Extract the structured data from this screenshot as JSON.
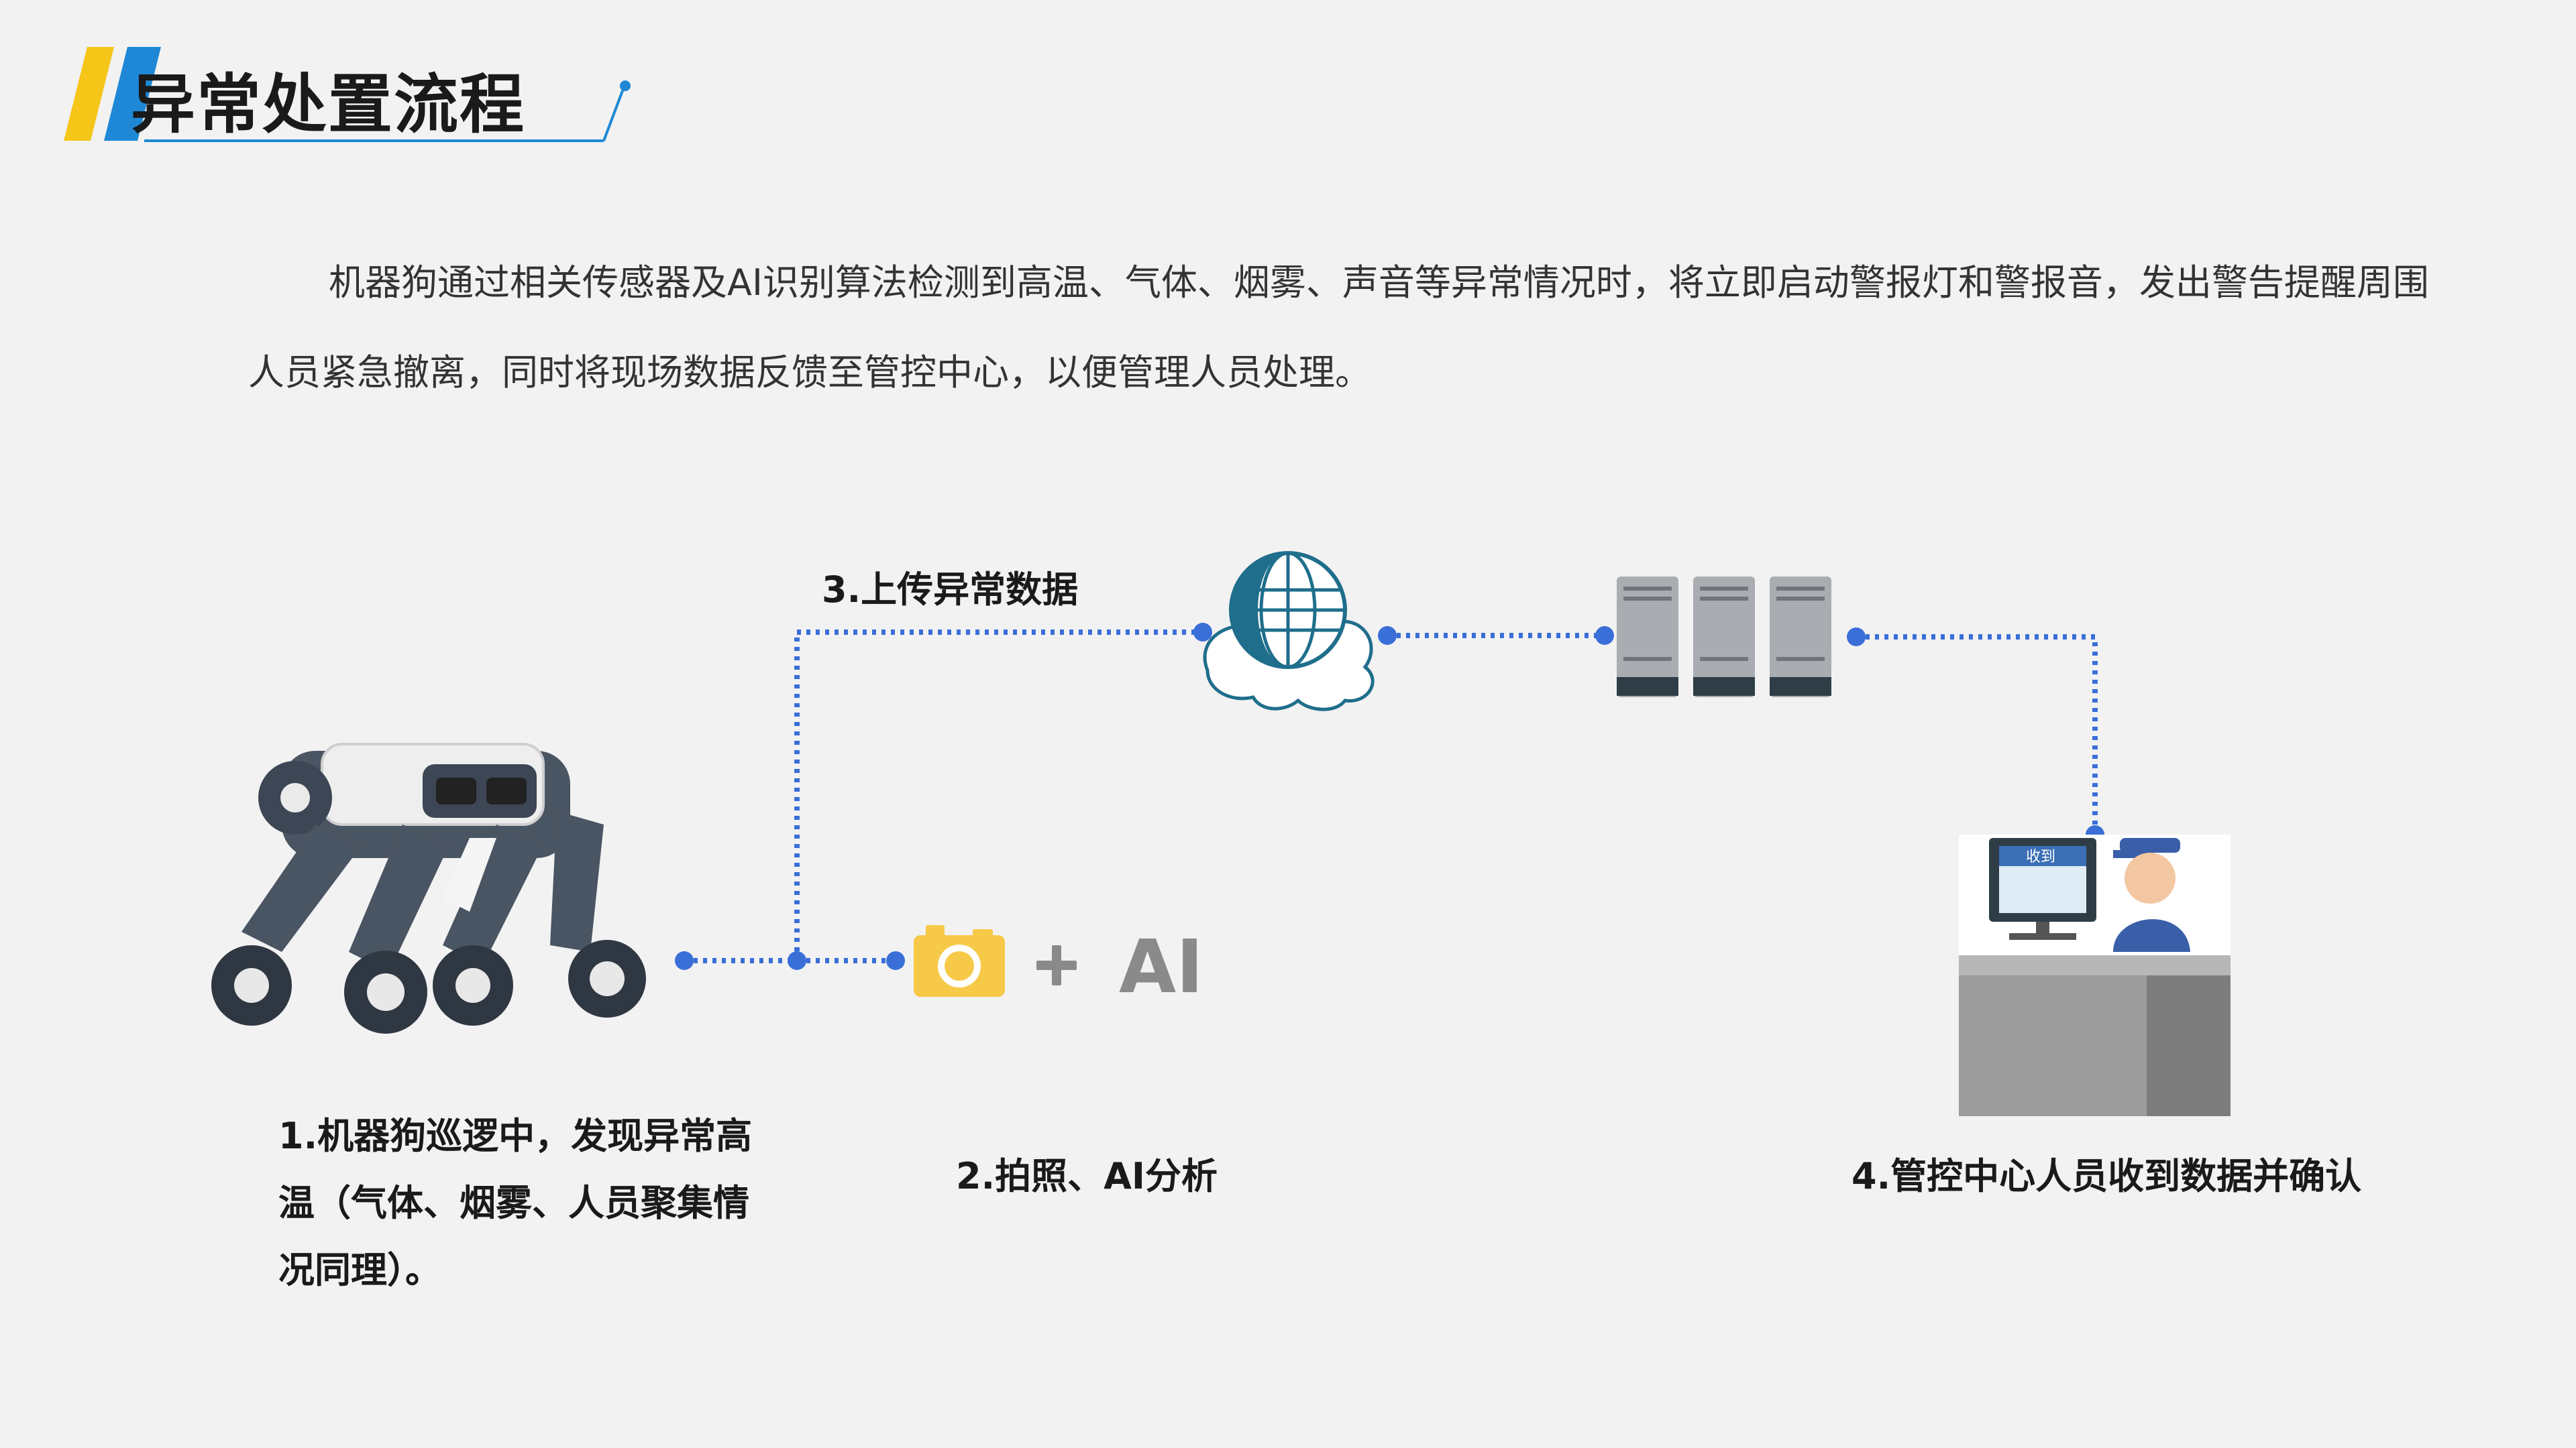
{
  "header": {
    "title": "异常处置流程"
  },
  "intro": {
    "paragraph": "机器狗通过相关传感器及AI识别算法检测到高温、气体、烟雾、声音等异常情况时，将立即启动警报灯和警报音，发出警告提醒周围人员紧急撤离，同时将现场数据反馈至管控中心，以便管理人员处理。"
  },
  "flow": {
    "step1": "1.机器狗巡逻中，发现异常高温（气体、烟雾、人员聚集情况同理）。",
    "step2": "2.拍照、AI分析",
    "step3": "3.上传异常数据",
    "step4": "4.管控中心人员收到数据并确认",
    "ai_text": "AI",
    "monitor_text": "收到"
  },
  "colors": {
    "accent_blue": "#1e88d6",
    "accent_yellow": "#f5c518",
    "connector": "#3a6fd8",
    "globe": "#1f6e8c"
  }
}
